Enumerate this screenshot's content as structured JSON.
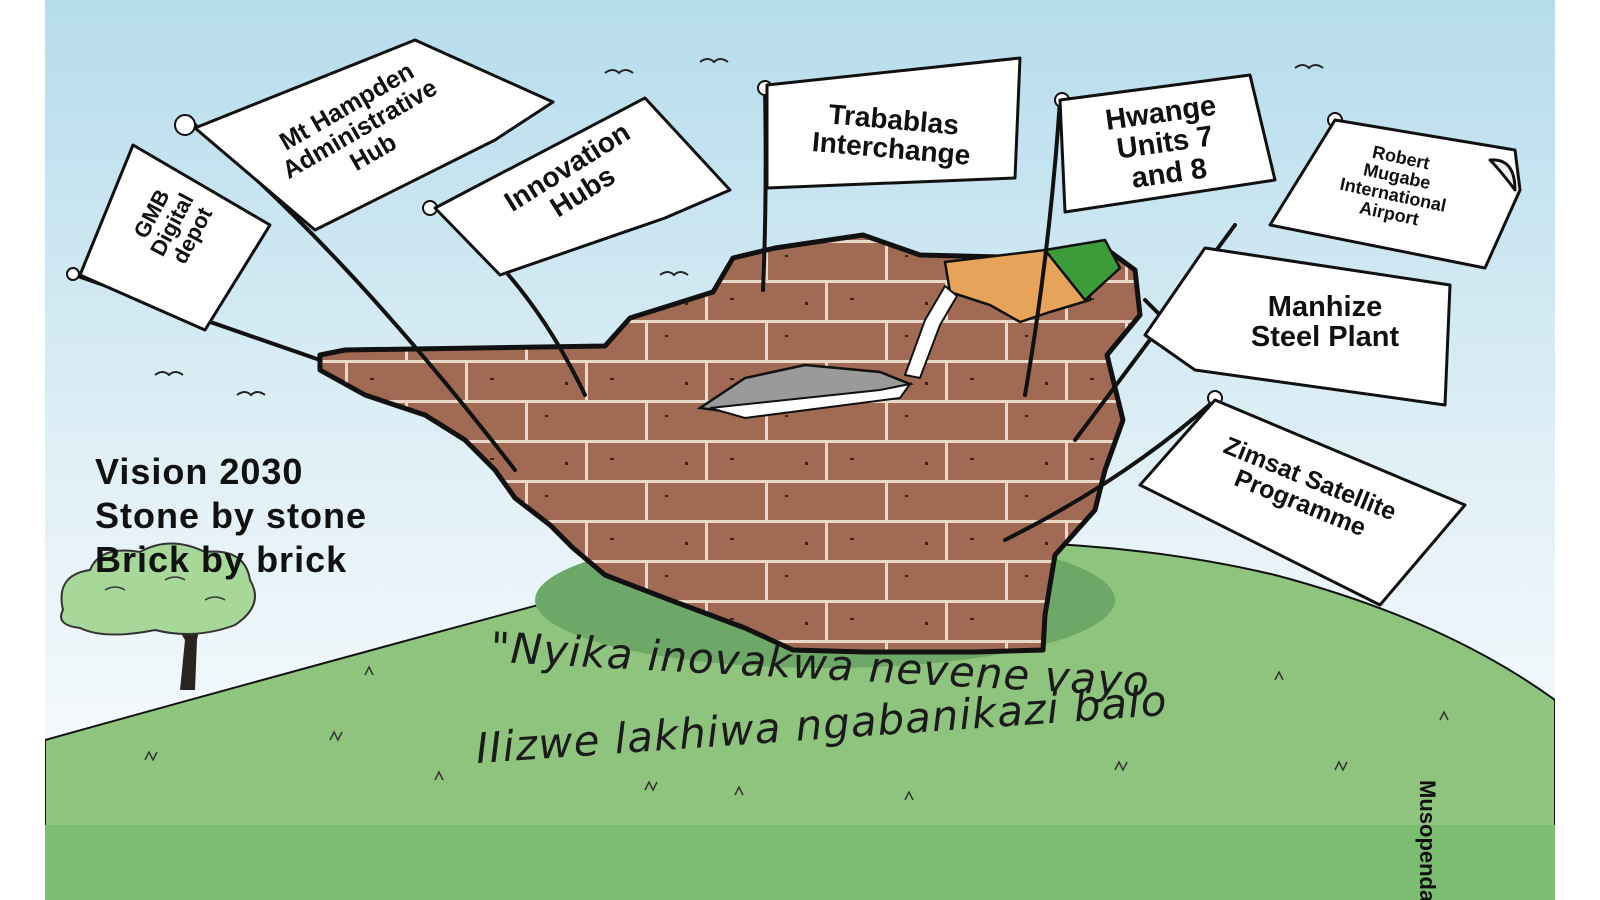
{
  "cartoon": {
    "flags": {
      "gmb": "GMB\nDigital\ndepot",
      "hampden": "Mt Hampden\nAdministrative\nHub",
      "innovation": "Innovation\nHubs",
      "trabablas": "Trabablas\nInterchange",
      "hwange": "Hwange\nUnits 7\nand 8",
      "airport": "Robert\nMugabe\nInternational\nAirport",
      "manhize": "Manhize\nSteel Plant",
      "zimsat": "Zimsat Satellite\nProgramme"
    },
    "caption": {
      "line1": "Vision 2030",
      "line2": "Stone by stone",
      "line3": "Brick by brick"
    },
    "slogan": {
      "line1": "\"Nyika inovakwa nevene vayo",
      "line2": "IIizwe lakhiwa ngabanikazi balo"
    },
    "signature": "Musopenda",
    "colors": {
      "sky_top": "#bfe0ee",
      "grass": "#8fc47e",
      "grass_shadow": "#6ea868",
      "brick": "#a06a55",
      "mortar": "#e9d9c8",
      "outline": "#111111"
    }
  }
}
